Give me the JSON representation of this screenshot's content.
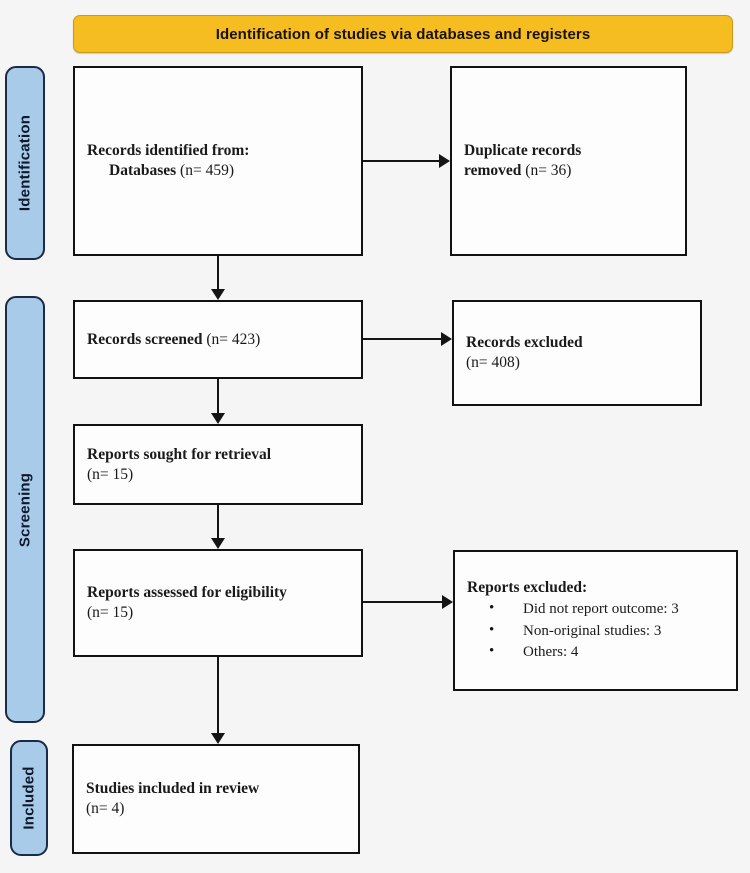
{
  "banner": {
    "title": "Identification of studies via databases and registers"
  },
  "stages": [
    {
      "id": "identification",
      "label": "Identification"
    },
    {
      "id": "screening",
      "label": "Screening"
    },
    {
      "id": "included",
      "label": "Included"
    }
  ],
  "boxes": {
    "identified": {
      "line1": "Records identified from:",
      "line2_label": "Databases",
      "line2_count": "(n= 459)"
    },
    "duplicates": {
      "line1": "Duplicate records",
      "line2_label": "removed",
      "line2_count": "(n= 36)"
    },
    "screened": {
      "label": "Records screened",
      "count": "(n= 423)"
    },
    "records_excluded": {
      "label": "Records excluded",
      "count": "(n= 408)"
    },
    "sought": {
      "label": "Reports sought for retrieval",
      "count": "(n= 15)"
    },
    "assessed": {
      "label": "Reports assessed for eligibility",
      "count": "(n= 15)"
    },
    "reports_excluded": {
      "heading": "Reports excluded:",
      "reasons": [
        "Did not report outcome: 3",
        "Non-original studies: 3",
        "Others: 4"
      ]
    },
    "included": {
      "label": "Studies included in review",
      "count": "(n= 4)"
    }
  },
  "colors": {
    "banner_fill": "#f5bd1f",
    "banner_border": "#c9991a",
    "stage_fill": "#a8cbea",
    "stage_border": "#1b2a45",
    "box_border": "#121212",
    "box_fill": "#fdfdfd",
    "page_background": "#f5f5f5",
    "connector": "#141414"
  }
}
